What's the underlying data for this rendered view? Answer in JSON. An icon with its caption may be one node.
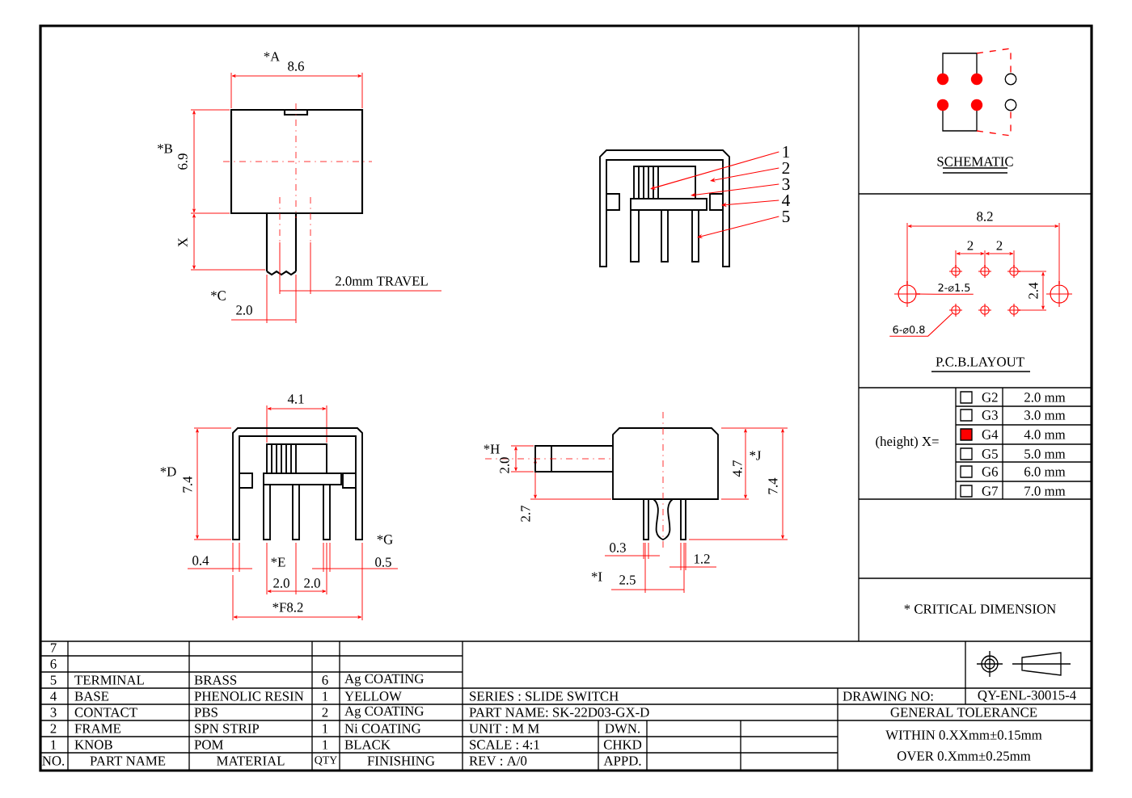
{
  "diagram": {
    "nodes": [
      {
        "text": [
          "1"
        ]
      },
      {
        "text": [
          "2"
        ]
      },
      {
        "text": [
          "3"
        ]
      },
      {
        "text": [
          "4"
        ]
      },
      {
        "text": [
          "5"
        ]
      },
      {
        "text": [
          "2-⌀1.5"
        ]
      },
      {
        "text": [
          "6-⌀0.8"
        ]
      },
      {
        "text": [],
        "shape": "circle"
      },
      {
        "text": [],
        "shape": "circle"
      }
    ],
    "edges": [
      {
        "from": 0,
        "to": null,
        "arrow": "to"
      },
      {
        "from": 1,
        "to": null,
        "arrow": "to"
      },
      {
        "from": 2,
        "to": null,
        "arrow": "to"
      },
      {
        "from": 3,
        "to": null,
        "arrow": "to"
      },
      {
        "from": 4,
        "to": null,
        "arrow": "to"
      },
      {
        "from": 5,
        "to": 7,
        "arrow": "none"
      },
      {
        "from": 6,
        "to": 8,
        "arrow": "none"
      }
    ],
    "labels": [
      "*A",
      "8.6",
      "*B",
      "6.9",
      "X",
      "2.0mm TRAVEL",
      "*C",
      "2.0",
      "SCHEMATIC",
      "8.2",
      "2",
      "2",
      "2.4",
      "P.C.B.LAYOUT",
      "(height)  X=",
      "G2",
      "2.0 mm",
      "G3",
      "3.0 mm",
      "G4",
      "4.0 mm",
      "G5",
      "5.0 mm",
      "G6",
      "6.0 mm",
      "G7",
      "7.0 mm",
      "4.1",
      "*H",
      "2.0",
      "*D",
      "7.4",
      "4.7",
      "*J",
      "7.4",
      "2.7",
      "*G",
      "0.3",
      "0.4",
      "*E",
      "0.5",
      "1.2",
      "2.0",
      "2.0",
      "*I",
      "2.5",
      "*F8.2",
      "* CRITICAL  DIMENSION",
      "7",
      "6",
      "5",
      "TERMINAL",
      "BRASS",
      "6",
      "Ag COATING",
      "4",
      "BASE",
      "PHENOLIC RESIN",
      "1",
      "YELLOW",
      "SERIES : SLIDE SWITCH",
      "DRAWING NO:",
      "QY-ENL-30015-4",
      "3",
      "CONTACT",
      "PBS",
      "2",
      "Ag COATING",
      "PART NAME: SK-22D03-GX-D",
      "GENERAL TOLERANCE",
      "2",
      "FRAME",
      "SPN STRIP",
      "1",
      "Ni COATING",
      "UNIT  : M M",
      "DWN.",
      "WITHIN 0.XXmm±0.15mm",
      "1",
      "KNOB",
      "POM",
      "1",
      "BLACK",
      "SCALE : 4:1",
      "CHKD",
      "OVER   0.Xmm±0.25mm",
      "NO.",
      "PART NAME",
      "MATERIAL",
      "QTY",
      "FINISHING",
      "REV   : A/0",
      "APPD."
    ]
  }
}
